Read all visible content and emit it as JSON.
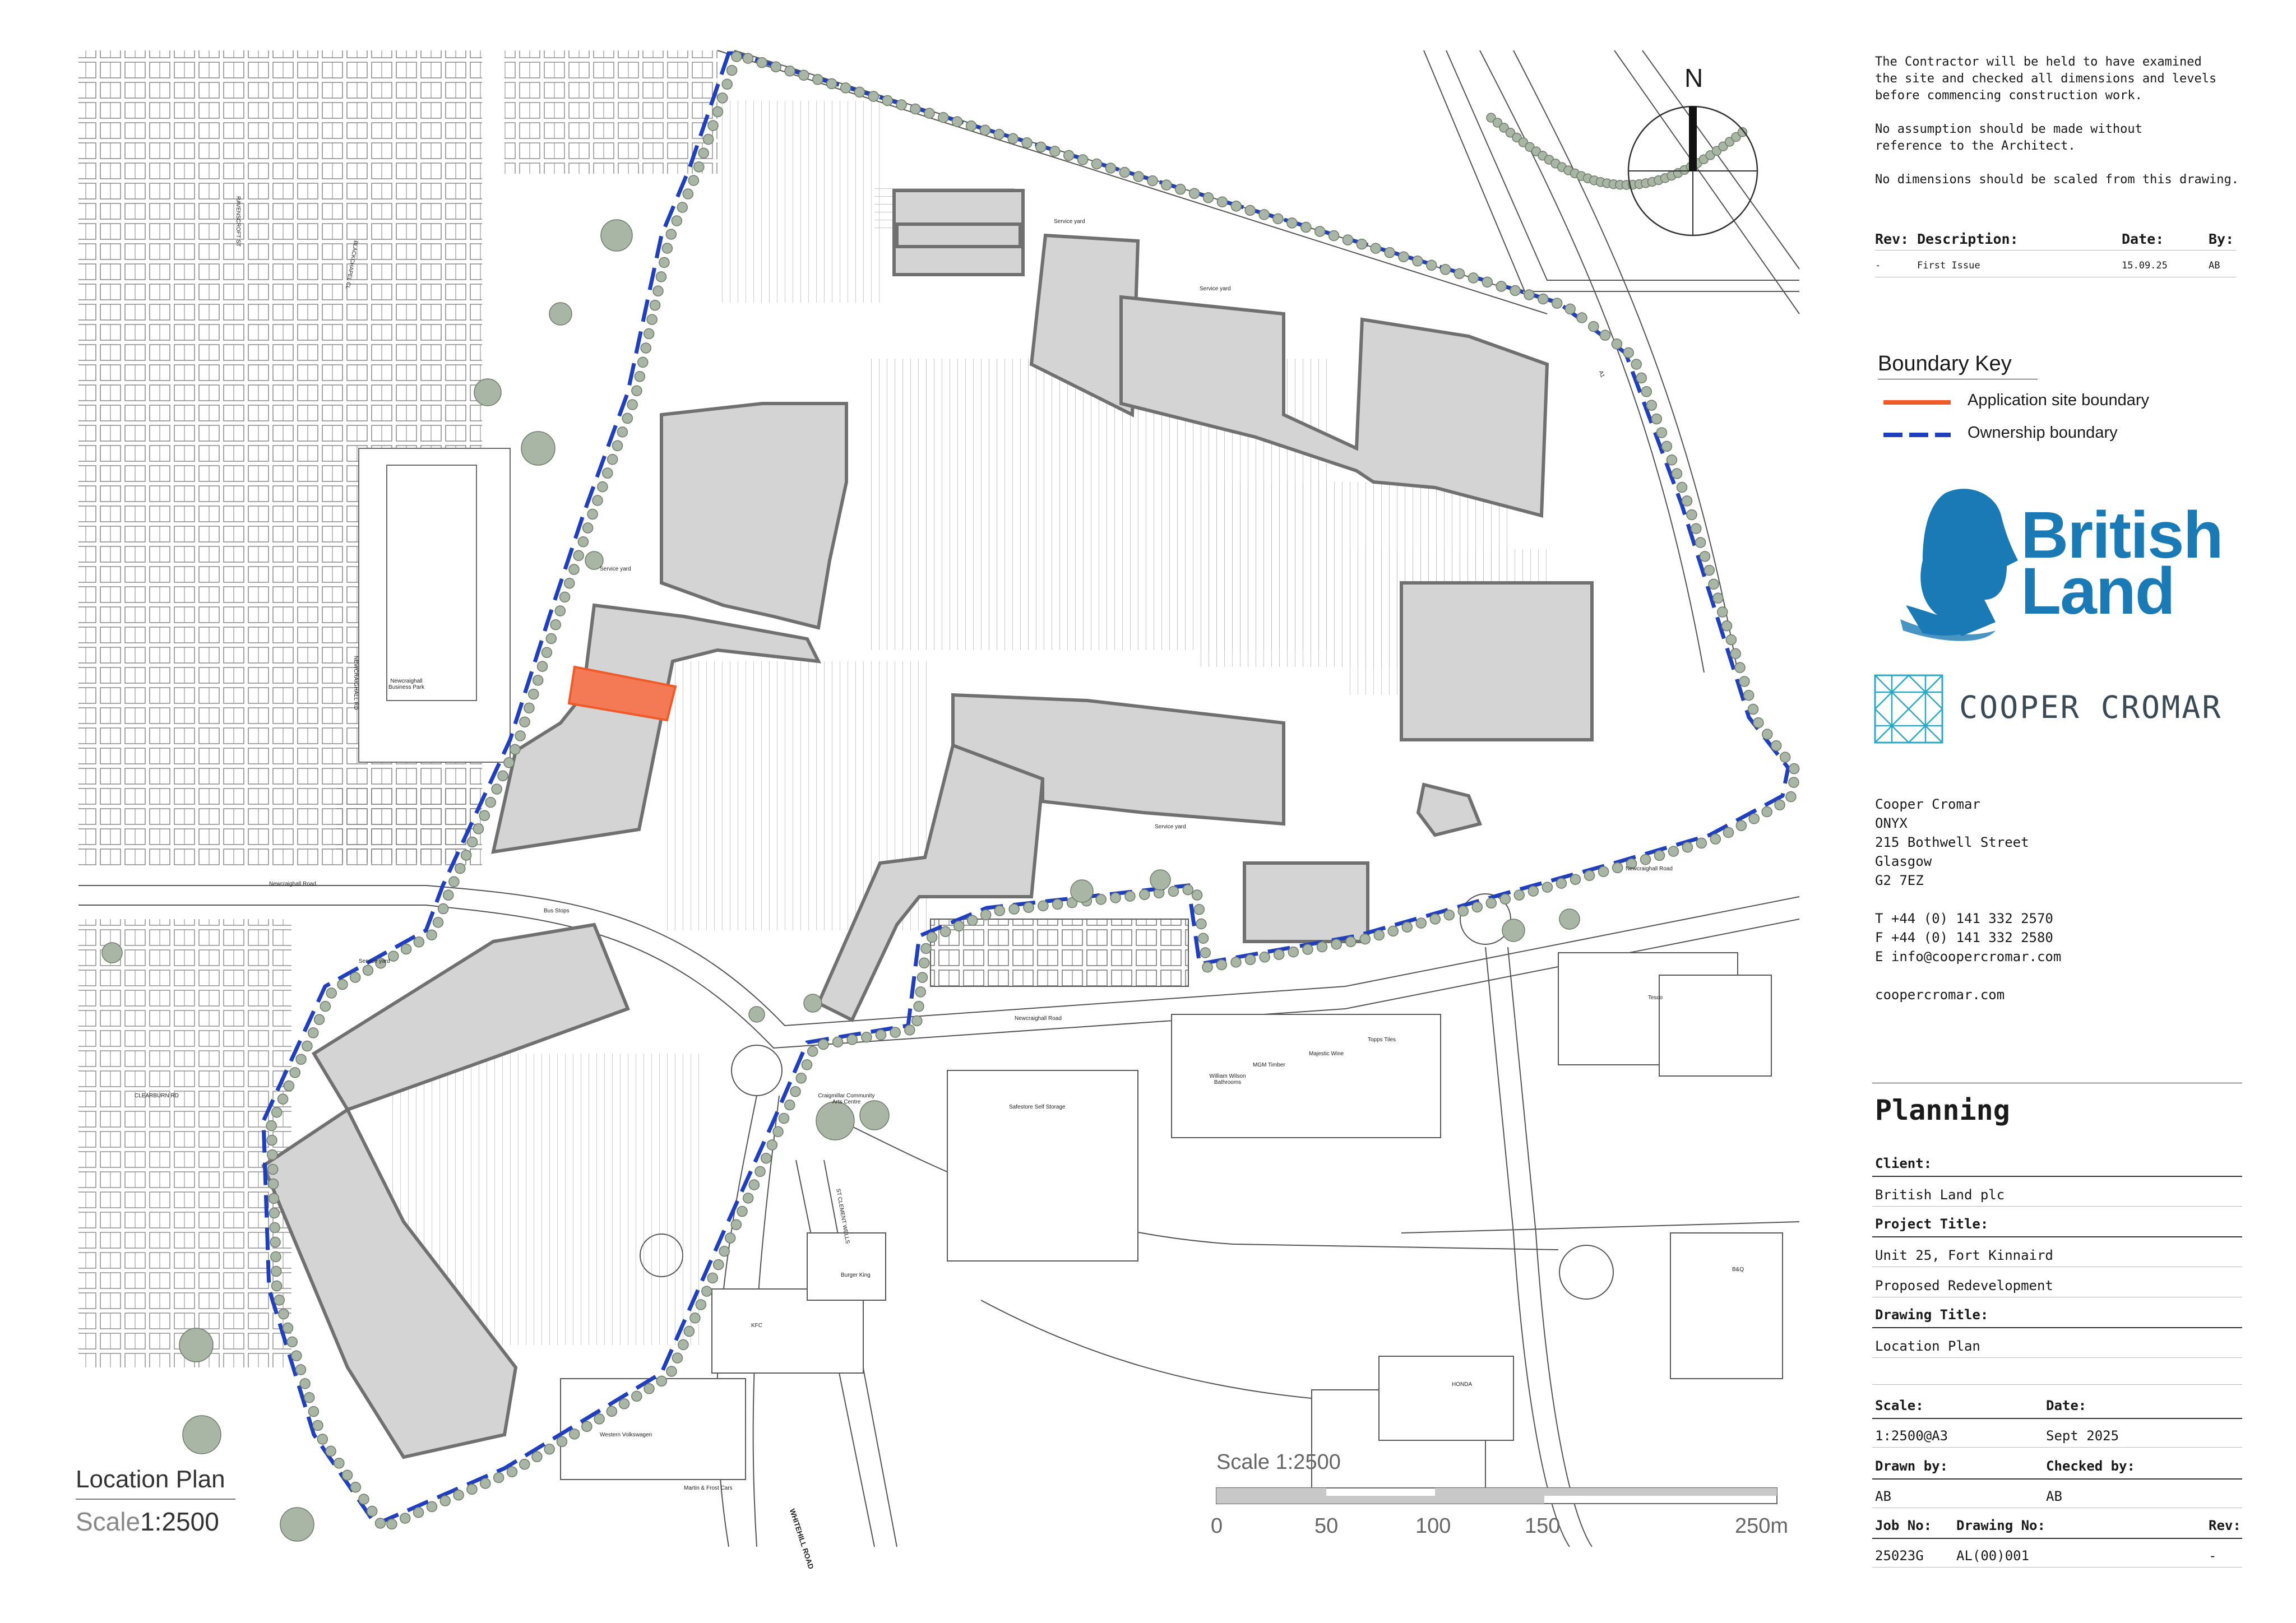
{
  "title_block": {
    "notes": [
      "The Contractor will be held to have examined",
      "the site and checked all dimensions and levels",
      "before commencing construction work.",
      "No assumption should be made without",
      "reference to the Architect.",
      "No dimensions should be scaled from this drawing."
    ],
    "revision_table": {
      "headers": [
        "Rev:",
        "Description:",
        "Date:",
        "By:"
      ],
      "rows": [
        [
          "-",
          "First Issue",
          "15.09.25",
          "AB"
        ]
      ]
    },
    "boundary_key": {
      "title": "Boundary Key",
      "items": [
        {
          "label": "Application site boundary",
          "color": "#f05a28",
          "style": "solid"
        },
        {
          "label": "Ownership boundary",
          "color": "#1f3fbf",
          "style": "dashed"
        }
      ]
    },
    "british_land_logo": {
      "line1": "British",
      "line2": "Land",
      "color": "#1a7ab5"
    },
    "cooper_cromar_logo": {
      "text": "COOPER CROMAR",
      "color": "#2aa8c4"
    },
    "address": {
      "lines": [
        "Cooper Cromar",
        "ONYX",
        "215 Bothwell Street",
        "Glasgow",
        "G2 7EZ"
      ],
      "phone": "T +44 (0) 141 332 2570",
      "fax": "F +44 (0) 141 332 2580",
      "email": "E info@coopercromar.com",
      "website": "coopercromar.com"
    },
    "stage": "Planning",
    "client_label": "Client:",
    "client": "British Land plc",
    "project_label": "Project Title:",
    "project_line1": "Unit 25, Fort Kinnaird",
    "project_line2": "Proposed Redevelopment",
    "drawing_title_label": "Drawing Title:",
    "drawing_title": "Location Plan",
    "scale_label": "Scale:",
    "scale": "1:2500@A3",
    "date_label": "Date:",
    "date": "Sept 2025",
    "drawn_label": "Drawn by:",
    "drawn": "AB",
    "checked_label": "Checked by:",
    "checked": "AB",
    "job_label": "Job No:",
    "job": "25023G",
    "drawing_no_label": "Drawing No:",
    "drawing_no": "AL(00)001",
    "rev_label": "Rev:",
    "rev": "-"
  },
  "map": {
    "north_label": "N",
    "title": "Location Plan",
    "scale_word": "Scale",
    "scale_value": "1:2500",
    "scale_bar_title": "Scale 1:2500",
    "scale_bar_ticks": [
      "0",
      "50",
      "100",
      "150",
      "250m"
    ],
    "building_fill": "#d4d4d4",
    "building_stroke": "#707070",
    "tree_fill": "#a9b5a5",
    "labels": {
      "service_yard_1": "Service yard",
      "service_yard_2": "Service yard",
      "service_yard_3": "Service yard",
      "service_yard_4": "Service yard",
      "service_yard_5": "Service yard",
      "newcraighall_road_1": "Newcraighall Road",
      "newcraighall_road_2": "Newcraighall Road",
      "newcraighall_road_3": "Newcraighall Road",
      "business_park": "Newcraighall Business Park",
      "bus_stop": "Bus Stops",
      "tesco": "Tesco",
      "william_wilson": "William Wilson Bathrooms",
      "mgm_timber": "MGM Timber",
      "majestic_wine": "Majestic Wine",
      "topps_tiles": "Topps Tiles",
      "safestore": "Safestore Self Storage",
      "burger_king": "Burger King",
      "kfc": "KFC",
      "craigmillar": "Craigmillar Community Arts Centre",
      "bq": "B&Q",
      "honda": "HONDA",
      "western_vw": "Western Volkswagen",
      "martin_frost": "Martin & Frost Cars",
      "whitehill_road": "WHITEHILL ROAD",
      "a1": "A1",
      "road_name_1": "RAVENSCROFT ST",
      "road_name_2": "BLACKCHAPEL CL",
      "road_name_3": "CLEARBURN RD",
      "road_name_4": "NEWCRAIGHALL RD",
      "road_name_5": "ST CLEMENT WELLS"
    }
  }
}
